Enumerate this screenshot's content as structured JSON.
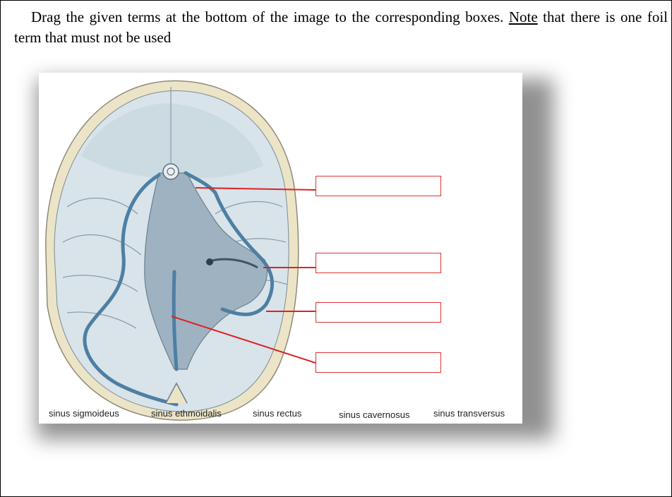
{
  "instructions": {
    "lead": "Drag the given terms at the bottom of the image to the corresponding boxes.",
    "underlined": "Note",
    "tail": "that there is one foil term that must not be used"
  },
  "answer_boxes": [
    "",
    "",
    "",
    ""
  ],
  "terms": [
    "sinus sigmoideus",
    "sinus ethmoidalis",
    "sinus rectus",
    "sinus cavernosus",
    "sinus transversus"
  ],
  "colors": {
    "box_border": "#dd3333",
    "leader_line": "#dd2222",
    "sinus_blue": "#4d7fa3",
    "bone": "#eee7cc"
  }
}
